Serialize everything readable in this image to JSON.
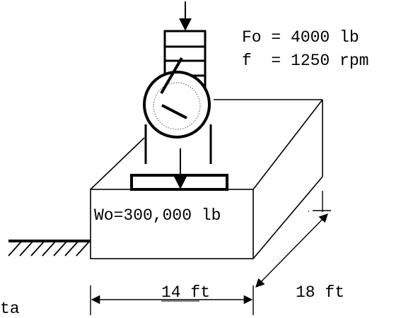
{
  "labels": {
    "force_amplitude": "Fo = 4000 lb",
    "frequency": "f  = 1250 rpm",
    "foundation_weight": "Wo=300,000 lb",
    "width_dimension": "14 ft",
    "depth_dimension": "18 ft",
    "cut_off_text": "ta"
  },
  "colors": {
    "ink": "#000000",
    "background": "#ffffff",
    "dotted_circle": "#555555"
  }
}
